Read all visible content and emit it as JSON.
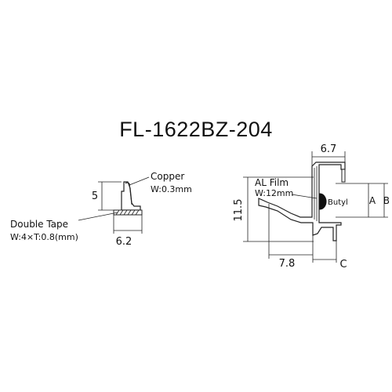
{
  "title": "FL-1622BZ-204",
  "left_profile": {
    "dim_height": "5",
    "dim_width": "6.2",
    "copper_label": "Copper",
    "copper_spec": "W:0.3mm",
    "tape_label": "Double Tape",
    "tape_spec": "W:4×T:0.8(mm)"
  },
  "right_profile": {
    "dim_top": "6.7",
    "dim_height": "11.5",
    "dim_bottom": "7.8",
    "dim_c": "C",
    "dim_a": "A",
    "dim_b": "B",
    "film_label": "AL Film",
    "film_spec": "W:12mm",
    "butyl_label": "Butyl"
  }
}
